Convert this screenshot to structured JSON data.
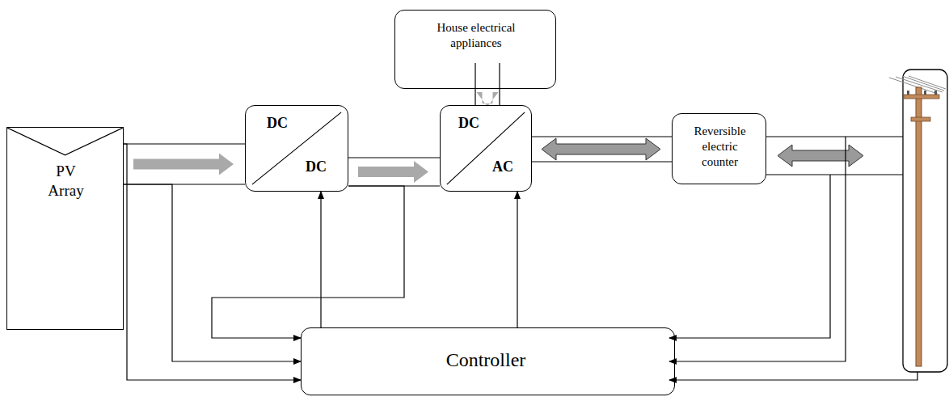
{
  "diagram": {
    "nodes": [
      {
        "text": [
          "PV Array"
        ]
      },
      {
        "text": [
          "DC",
          "DC"
        ]
      },
      {
        "text": [
          "DC",
          "AC"
        ]
      },
      {
        "text": [
          "House electrical appliances"
        ]
      },
      {
        "text": [
          "Reversible electric counter"
        ]
      },
      {
        "text": [
          "Controller"
        ]
      }
    ],
    "edges": [
      {
        "from": 0,
        "to": 1,
        "arrow": "to"
      },
      {
        "from": 1,
        "to": 2,
        "arrow": "to"
      },
      {
        "from": 2,
        "to": 3,
        "arrow": "to"
      },
      {
        "from": 2,
        "to": 4,
        "arrow": "both"
      },
      {
        "from": 5,
        "to": 1,
        "arrow": "to"
      },
      {
        "from": 5,
        "to": 2,
        "arrow": "to"
      },
      {
        "from": 0,
        "to": 5,
        "arrow": "to"
      },
      {
        "from": 0,
        "to": 5,
        "arrow": "to"
      },
      {
        "from": 1,
        "to": 5,
        "arrow": "to"
      }
    ]
  }
}
